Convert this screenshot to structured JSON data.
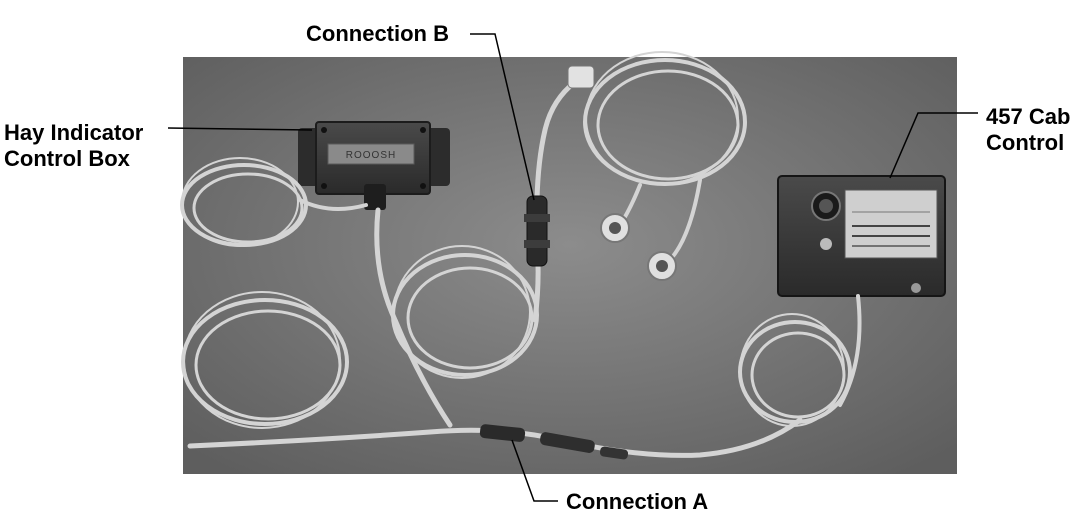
{
  "callouts": {
    "hay_indicator_control_box": "Hay Indicator\nControl Box",
    "connection_b": "Connection B",
    "cab_control": "457 Cab\nControl",
    "connection_a": "Connection A"
  },
  "components": {
    "control_box_label": "ROOOSH"
  },
  "colors": {
    "photo_background": "#7a7a7a",
    "cable": "#d6d6d6",
    "box": "#3a3a3a",
    "leader_line": "#000000"
  }
}
